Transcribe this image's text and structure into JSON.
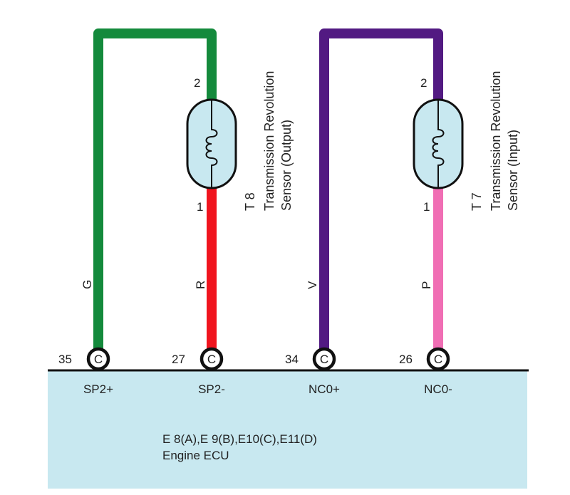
{
  "ecu": {
    "connectors": "E 8(A),E 9(B),E10(C),E11(D)",
    "name": "Engine ECU",
    "box_color": "#c8e8f0"
  },
  "sensors": [
    {
      "id": "T 8",
      "name_line1": "Transmission Revolution",
      "name_line2": "Sensor (Output)",
      "pin_top": "2",
      "pin_bottom": "1"
    },
    {
      "id": "T 7",
      "name_line1": "Transmission Revolution",
      "name_line2": "Sensor (Input)",
      "pin_top": "2",
      "pin_bottom": "1"
    }
  ],
  "wires": [
    {
      "color_code": "G",
      "color": "#148a3c",
      "pin": "35",
      "terminal": "SP2+",
      "connector": "C"
    },
    {
      "color_code": "R",
      "color": "#f0141e",
      "pin": "27",
      "terminal": "SP2-",
      "connector": "C"
    },
    {
      "color_code": "V",
      "color": "#521a82",
      "pin": "34",
      "terminal": "NC0+",
      "connector": "C"
    },
    {
      "color_code": "P",
      "color": "#f06eb4",
      "pin": "26",
      "terminal": "NC0-",
      "connector": "C"
    }
  ]
}
